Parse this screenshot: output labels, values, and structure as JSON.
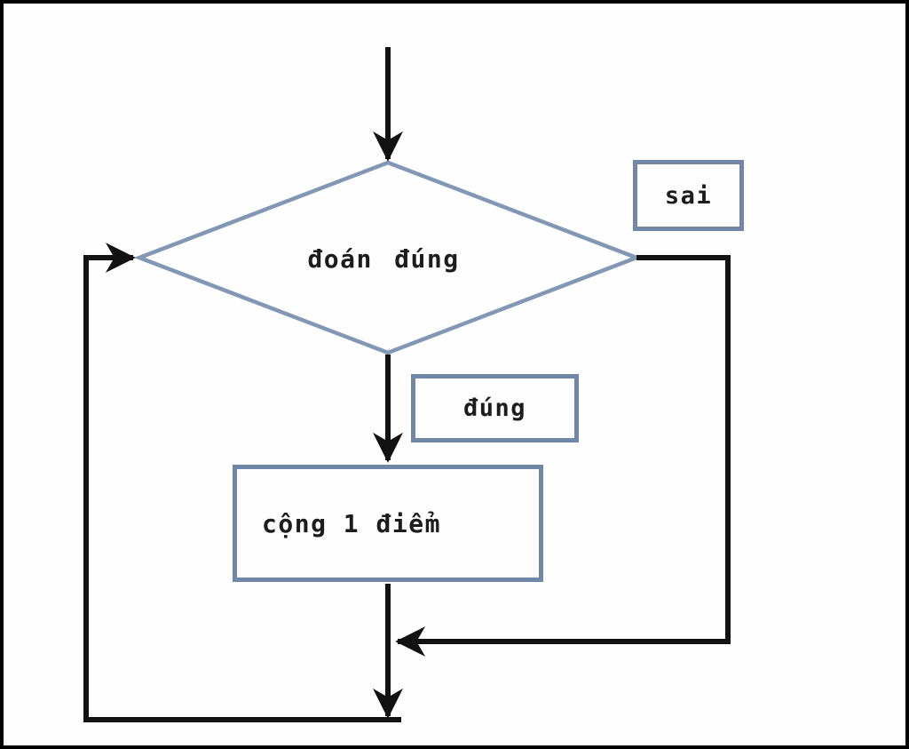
{
  "flowchart": {
    "decision_label": "đoán đúng",
    "false_label": "sai",
    "true_label": "đúng",
    "process_label": "cộng 1 điểm"
  },
  "colors": {
    "frame": "#010101",
    "background": "#fefefe",
    "connector_line": "#121212",
    "diamond_border": "#8197b3",
    "box_border": "#7187a8",
    "text": "#1c1c1c"
  }
}
